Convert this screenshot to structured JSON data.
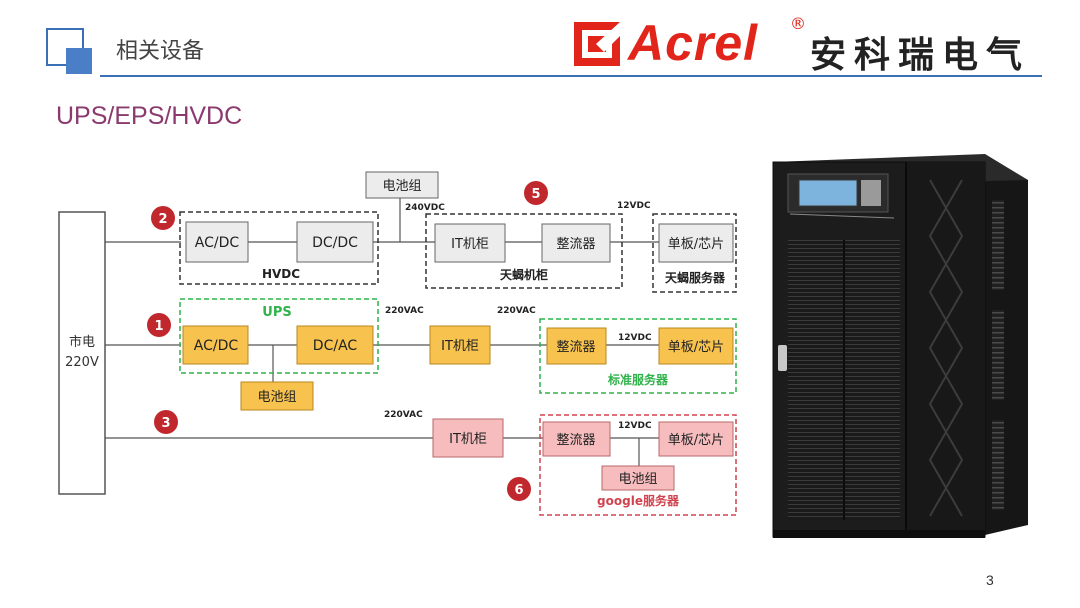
{
  "header": {
    "title": "相关设备",
    "logo_brand": "Acrel",
    "logo_registered": "®",
    "logo_cn": "安科瑞电气"
  },
  "subtitle": "UPS/EPS/HVDC",
  "diagram": {
    "mains": "市电",
    "mains_voltage": "220V",
    "markers": [
      "2",
      "5",
      "1",
      "3",
      "6"
    ],
    "hvdc_path": {
      "battery": "电池组",
      "voltage_240": "240VDC",
      "voltage_12": "12VDC",
      "ac_dc": "AC/DC",
      "dc_dc": "DC/DC",
      "group_label": "HVDC",
      "it_cabinet": "IT机柜",
      "rectifier": "整流器",
      "board_chip": "单板/芯片",
      "tianxie_cabinet": "天蝎机柜",
      "tianxie_server": "天蝎服务器"
    },
    "ups_path": {
      "group_label": "UPS",
      "ac_dc": "AC/DC",
      "dc_ac": "DC/AC",
      "battery": "电池组",
      "voltage_220_a": "220VAC",
      "voltage_220_b": "220VAC",
      "it_cabinet": "IT机柜",
      "rectifier": "整流器",
      "voltage_12": "12VDC",
      "board_chip": "单板/芯片",
      "standard_server": "标准服务器"
    },
    "direct_path": {
      "voltage_220": "220VAC",
      "it_cabinet": "IT机柜",
      "rectifier": "整流器",
      "voltage_12": "12VDC",
      "board_chip": "单板/芯片",
      "battery": "电池组",
      "google_server": "google服务器"
    }
  },
  "colors": {
    "accent_blue": "#3b6fb6",
    "brand_red": "#e1251b",
    "subtitle_purple": "#8b3a6e",
    "marker_red": "#c0282d",
    "ups_fill": "#f7c24e",
    "google_fill": "#f6bcbe",
    "grey_fill": "#ececec",
    "green_dash": "#2fb34a"
  },
  "page_number": "3"
}
